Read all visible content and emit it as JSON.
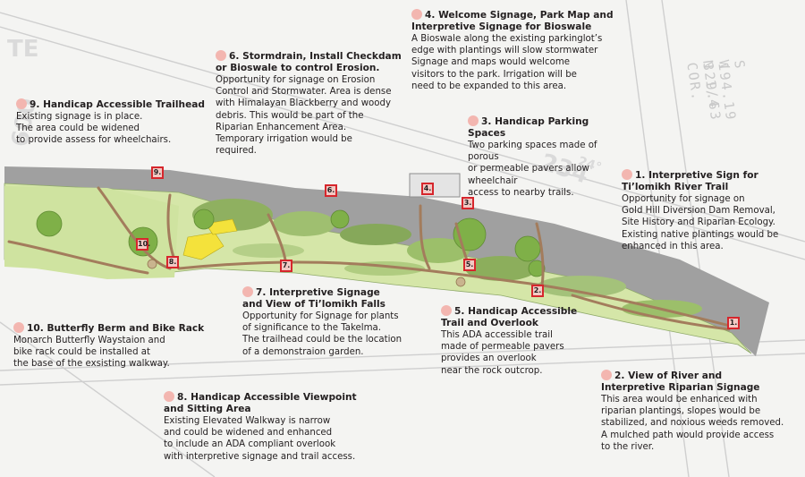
{
  "survey_text": {
    "line1": "S 194.19",
    "line2": "W 329.63",
    "line3": "N 1/4 COR.",
    "parcel_a": "TE",
    "parcel_b": "600",
    "parcel_c": "234",
    "parcel_d": "24°"
  },
  "callouts": [
    {
      "num": "1.",
      "title": "Interpretive Sign for\nTi’lomikh River Trail",
      "body": "Opportunity for signage on\nGold Hill Diversion Dam Removal,\nSite History and Riparian Ecology.\nExisting native plantings would be\nenhanced in this area."
    },
    {
      "num": "2.",
      "title": "View of River and\nInterpretive Riparian Signage",
      "body": "This area would be enhanced with\nriparian plantings, slopes would be\nstabilized, and noxious weeds removed.\nA mulched path would provide access\nto the river."
    },
    {
      "num": "3.",
      "title": "Handicap Parking Spaces",
      "body": "Two parking spaces made of porous\nor permeable pavers allow wheelchair\naccess to nearby  trails."
    },
    {
      "num": "4.",
      "title": "Welcome Signage, Park Map and\nInterpretive Signage for Bioswale",
      "body": "A Bioswale along the existing parkinglot’s\nedge with plantings will slow stormwater\nSignage and maps would  welcome\nvisitors to the park. Irrigation will be\nneed to be expanded to this area."
    },
    {
      "num": "5.",
      "title": "Handicap Accessible\nTrail and Overlook",
      "body": "This ADA accessible trail\nmade of permeable pavers\nprovides an overlook\nnear the rock outcrop."
    },
    {
      "num": "6.",
      "title": "Stormdrain, Install Checkdam\nor Bioswale to control Erosion.",
      "body": "Opportunity for signage on Erosion\nControl and Stormwater.  Area is dense\nwith Himalayan Blackberry and woody\ndebris. This  would be part of the\nRiparian Enhancement Area.\nTemporary irrigation would be\nrequired."
    },
    {
      "num": "7.",
      "title": "Interpretive Signage\nand View of Ti’lomikh Falls",
      "body": "Opportunity for Signage for plants\nof significance to the Takelma.\nThe trailhead could be the location\nof a demonstraion garden."
    },
    {
      "num": "8.",
      "title": "Handicap Accessible Viewpoint\nand Sitting Area",
      "body": "Existing Elevated Walkway is narrow\nand could be widened and enhanced\nto include an ADA compliant overlook\nwith interpretive signage and trail access."
    },
    {
      "num": "9.",
      "title": "Handicap Accessible Trailhead",
      "body": "Existing signage is in place.\nThe area could be widened\nto provide assess for wheelchairs."
    },
    {
      "num": "10.",
      "title": "Butterfly Berm and Bike Rack",
      "body": "Monarch Butterfly Waystaion and\nbike rack could be installed at\nthe base of the exsisting walkway."
    }
  ],
  "markers": [
    "1.",
    "2.",
    "3.",
    "4.",
    "5.",
    "6.",
    "7.",
    "8.",
    "9.",
    "10."
  ],
  "colors": {
    "marker_border": "#d6262c",
    "marker_fill": "#f2c9c4",
    "road": "#9a9a9a",
    "lawn": "#c9df9a",
    "tree": "#7fb048",
    "shrub": "#9cb27a",
    "path": "#a37c5c",
    "yellow_planting": "#f4e23b"
  }
}
